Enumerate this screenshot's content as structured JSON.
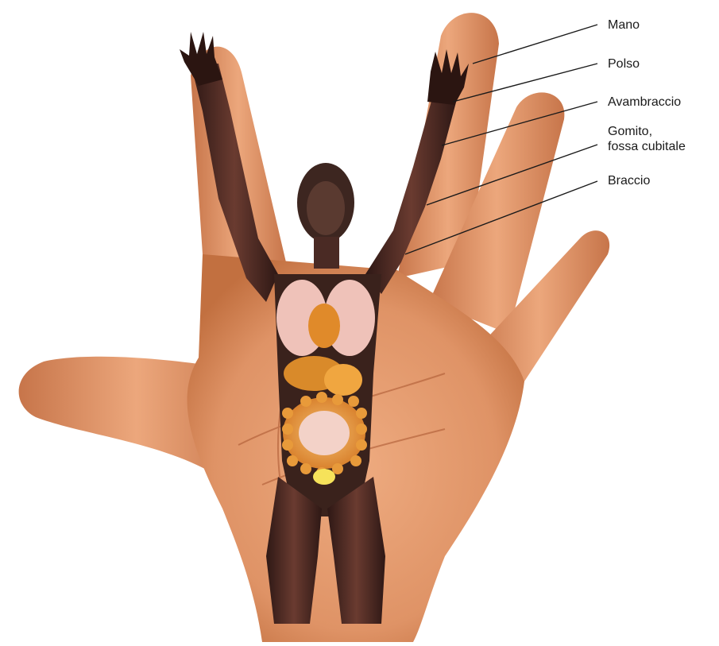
{
  "labels": {
    "mano": "Mano",
    "polso": "Polso",
    "avambraccio": "Avambraccio",
    "gomito_line1": "Gomito,",
    "gomito_line2": "fossa cubitale",
    "braccio": "Braccio"
  },
  "colors": {
    "skin": "#e0956a",
    "skin_dark": "#b8623b",
    "skin_light": "#f0b48a",
    "muscle": "#4a2a24",
    "organ_orange": "#e89a3a",
    "organ_pink": "#f1c0b8",
    "leader_line": "#1a1a1a"
  }
}
